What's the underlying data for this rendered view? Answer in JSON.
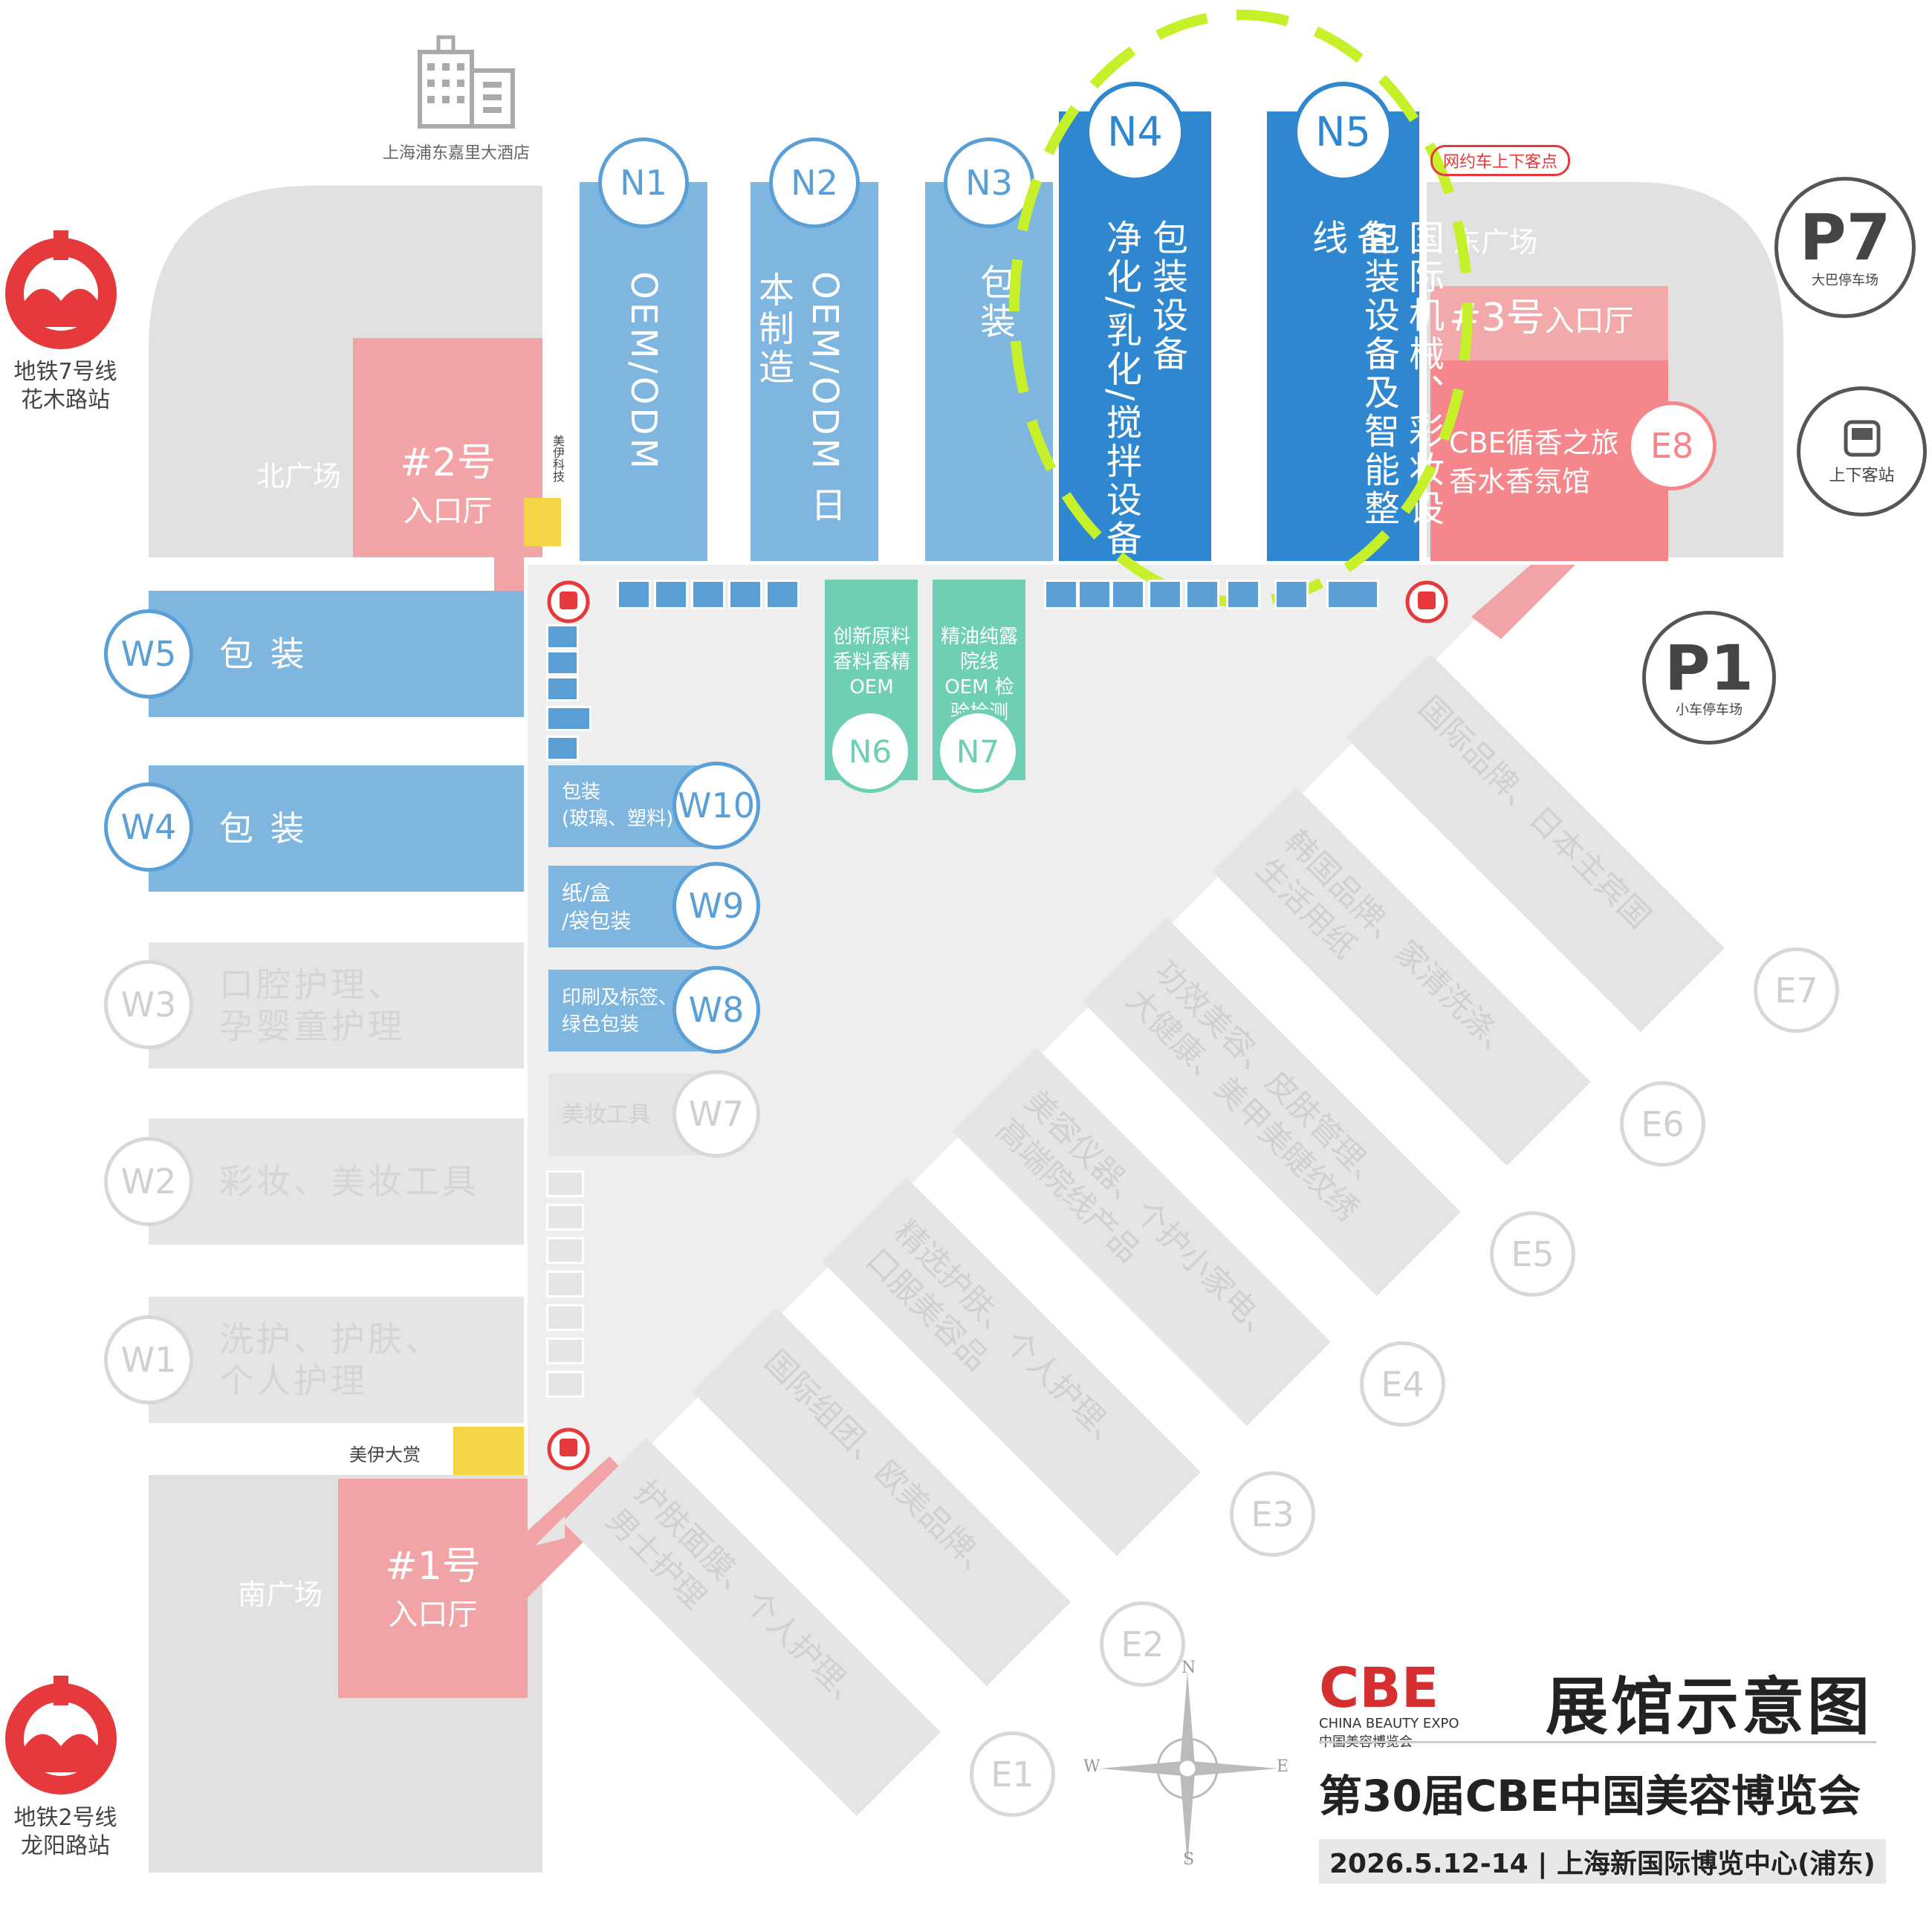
{
  "hotel": {
    "label": "上海浦东嘉里大酒店"
  },
  "metro": [
    {
      "line": "地铁7号线",
      "station": "花木路站"
    },
    {
      "line": "地铁2号线",
      "station": "龙阳路站"
    }
  ],
  "plazas": {
    "north": "北广场",
    "east": "东广场",
    "south": "南广场"
  },
  "entrances": [
    {
      "num": "#2号",
      "label": "入口厅"
    },
    {
      "num": "#3号",
      "label": "入口厅"
    },
    {
      "num": "#1号",
      "label": "入口厅"
    }
  ],
  "parking": [
    {
      "code": "P7",
      "label": "大巴停车场"
    },
    {
      "code": "P1",
      "label": "小车停车场"
    }
  ],
  "dropoff": "上下客站",
  "ride_hailing": "网约车上下客点",
  "meiyi": {
    "tech": "美伊科技",
    "award": "美伊大赏"
  },
  "halls_north": [
    {
      "id": "N1",
      "text": "OEM/ODM",
      "highlight": false
    },
    {
      "id": "N2",
      "text": "OEM/ODM 日本制造",
      "highlight": false
    },
    {
      "id": "N3",
      "text": "包装",
      "highlight": false
    },
    {
      "id": "N4",
      "line1": "包装设备",
      "line2": "净化/乳化/搅拌设备",
      "highlight": true
    },
    {
      "id": "N5",
      "line1": "国际机械、彩妆设备",
      "line2": "包装设备及智能整线",
      "highlight": true
    }
  ],
  "halls_mid": [
    {
      "id": "N6",
      "text": "创新原料 香料香精 OEM"
    },
    {
      "id": "N7",
      "text": "精油纯露 院线OEM 检验检测"
    }
  ],
  "halls_west": [
    {
      "id": "W5",
      "text": "包 装",
      "active": true
    },
    {
      "id": "W4",
      "text": "包 装",
      "active": true
    },
    {
      "id": "W3",
      "text": "口腔护理、\n孕婴童护理",
      "active": false
    },
    {
      "id": "W2",
      "text": "彩妆、美妆工具",
      "active": false
    },
    {
      "id": "W1",
      "text": "洗护、护肤、\n个人护理",
      "active": false
    }
  ],
  "halls_west_inner": [
    {
      "id": "W10",
      "text": "包装\n(玻璃、塑料)"
    },
    {
      "id": "W9",
      "text": "纸/盒\n/袋包装"
    },
    {
      "id": "W8",
      "text": "印刷及标签、\n绿色包装"
    },
    {
      "id": "W7",
      "text": "美妆工具"
    }
  ],
  "halls_east": [
    {
      "id": "E8",
      "text": "CBE循香之旅\n香水香氛馆"
    },
    {
      "id": "E7",
      "text": "国际品牌、日本主宾国"
    },
    {
      "id": "E6",
      "text": "韩国品牌、家清洗涤、\n生活用纸"
    },
    {
      "id": "E5",
      "text": "功效美容、皮肤管理、\n大健康、美甲美睫纹绣"
    },
    {
      "id": "E4",
      "text": "美容仪器、个护小家电、\n高端院线产品"
    },
    {
      "id": "E3",
      "text": "精选护肤、个人护理、\n口服美容品"
    },
    {
      "id": "E2",
      "text": "国际组团、欧美品牌、"
    },
    {
      "id": "E1",
      "text": "护肤面膜、个人护理、\n男士护理"
    }
  ],
  "legend": {
    "logo": "CBE",
    "logo_en": "CHINA BEAUTY EXPO",
    "logo_cn": "中国美容博览会",
    "title": "展馆示意图",
    "subtitle": "第30届CBE中国美容博览会",
    "dateline": "2026.5.12-14 | 上海新国际博览中心(浦东)"
  },
  "compass": {
    "n": "N",
    "s": "S",
    "e": "E",
    "w": "W"
  },
  "colors": {
    "blue": "#7fb6e0",
    "dark_blue": "#2e87cf",
    "pink": "#f2a3a5",
    "red": "#e5393b",
    "gray": "#e5e5e5",
    "green": "#6fcfb5",
    "highlight_ring": "#c6f02a"
  }
}
